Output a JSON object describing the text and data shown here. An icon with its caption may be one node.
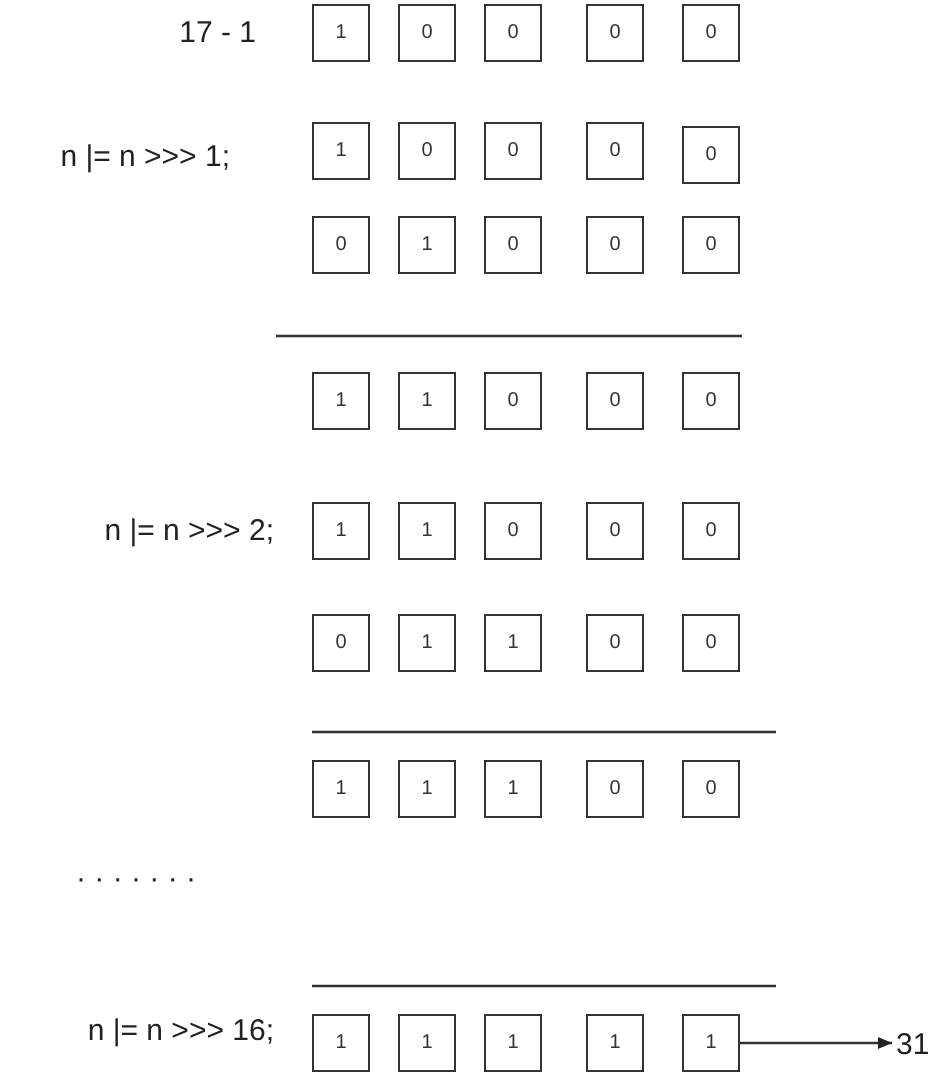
{
  "diagram": {
    "nodes": [
      {
        "text": [
          "1"
        ]
      },
      {
        "text": [
          "0"
        ]
      },
      {
        "text": [
          "0"
        ]
      },
      {
        "text": [
          "0"
        ]
      },
      {
        "text": [
          "0"
        ]
      },
      {
        "text": [
          "1"
        ]
      },
      {
        "text": [
          "0"
        ]
      },
      {
        "text": [
          "0"
        ]
      },
      {
        "text": [
          "0"
        ]
      },
      {
        "text": [
          "0"
        ]
      },
      {
        "text": [
          "0"
        ]
      },
      {
        "text": [
          "1"
        ]
      },
      {
        "text": [
          "0"
        ]
      },
      {
        "text": [
          "0"
        ]
      },
      {
        "text": [
          "0"
        ]
      },
      {
        "text": [
          "1"
        ]
      },
      {
        "text": [
          "1"
        ]
      },
      {
        "text": [
          "0"
        ]
      },
      {
        "text": [
          "0"
        ]
      },
      {
        "text": [
          "0"
        ]
      },
      {
        "text": [
          "1"
        ]
      },
      {
        "text": [
          "1"
        ]
      },
      {
        "text": [
          "0"
        ]
      },
      {
        "text": [
          "0"
        ]
      },
      {
        "text": [
          "0"
        ]
      },
      {
        "text": [
          "0"
        ]
      },
      {
        "text": [
          "1"
        ]
      },
      {
        "text": [
          "1"
        ]
      },
      {
        "text": [
          "0"
        ]
      },
      {
        "text": [
          "0"
        ]
      },
      {
        "text": [
          "1"
        ]
      },
      {
        "text": [
          "1"
        ]
      },
      {
        "text": [
          "1"
        ]
      },
      {
        "text": [
          "0"
        ]
      },
      {
        "text": [
          "0"
        ]
      },
      {
        "text": [
          "1"
        ]
      },
      {
        "text": [
          "1"
        ]
      },
      {
        "text": [
          "1"
        ]
      },
      {
        "text": [
          "1"
        ]
      },
      {
        "text": [
          "1"
        ]
      },
      {
        "text": [
          "31"
        ]
      }
    ],
    "edges": [
      {
        "from": 39,
        "to": 40,
        "arrow": "to"
      }
    ],
    "labels": [
      "17 - 1",
      "n |= n >>> 1;",
      "n |= n >>> 2;",
      "· · · · · · ·",
      "n |= n >>> 16;"
    ]
  }
}
